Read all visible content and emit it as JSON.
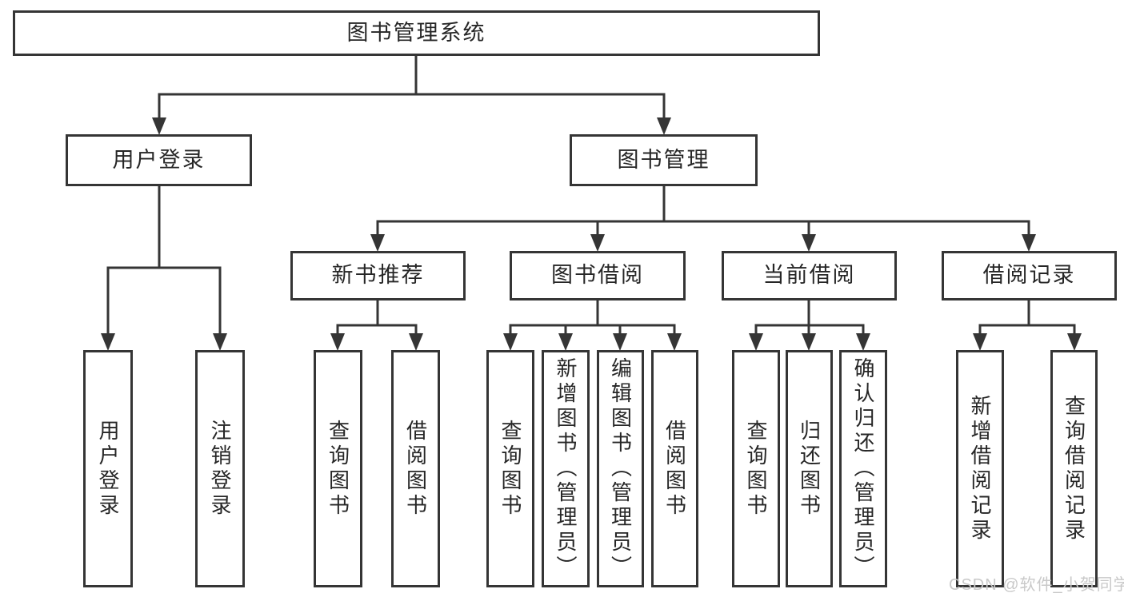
{
  "diagram": {
    "type": "tree",
    "tree": {
      "label": "图书管理系统",
      "children": [
        {
          "label": "用户登录",
          "children": [
            {
              "label": "用户登录"
            },
            {
              "label": "注销登录"
            }
          ]
        },
        {
          "label": "图书管理",
          "children": [
            {
              "label": "新书推荐",
              "children": [
                {
                  "label": "查询图书"
                },
                {
                  "label": "借阅图书"
                }
              ]
            },
            {
              "label": "图书借阅",
              "children": [
                {
                  "label": "查询图书"
                },
                {
                  "label": "新增图书（管理员）"
                },
                {
                  "label": "编辑图书（管理员）"
                },
                {
                  "label": "借阅图书"
                }
              ]
            },
            {
              "label": "当前借阅",
              "children": [
                {
                  "label": "查询图书"
                },
                {
                  "label": "归还图书"
                },
                {
                  "label": "确认归还（管理员）"
                }
              ]
            },
            {
              "label": "借阅记录",
              "children": [
                {
                  "label": "新增借阅记录"
                },
                {
                  "label": "查询借阅记录"
                }
              ]
            }
          ]
        }
      ]
    }
  },
  "watermark": {
    "text": "CSDN @软件_小贺同学",
    "color": "#c9c9c9"
  },
  "colors": {
    "line": "#353535",
    "text": "#262626",
    "background": "#ffffff"
  }
}
